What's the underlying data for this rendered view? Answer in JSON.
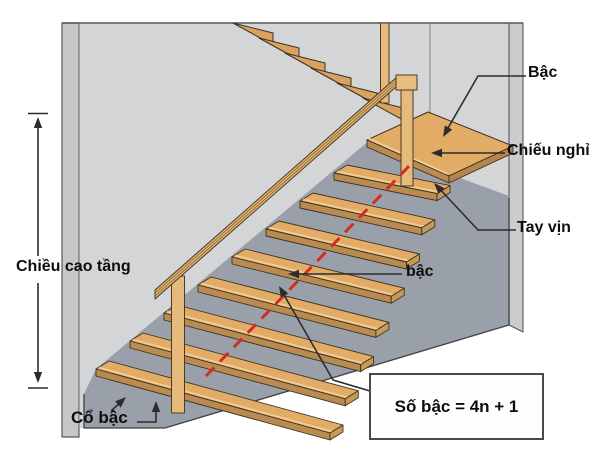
{
  "title": "Staircase terminology diagram",
  "labels": {
    "bac_top": "Bậc",
    "chieu_nghi": "Chiếu nghỉ",
    "tay_vin": "Tay vịn",
    "bac_mid": "bậc",
    "chieu_cao_tang": "Chiều cao tầng",
    "co_bac": "Cổ bậc"
  },
  "formula_box": {
    "text": "Số bậc = 4n + 1"
  },
  "colors": {
    "wood_top": "#e2ac66",
    "wood_face": "#ba8b50",
    "wood_side": "#c79a58",
    "wood_light": "#f0cf9a",
    "wood_rail": "#e3b472",
    "wood_post": "#e6ba7a",
    "wood_wedge": "#d9a35d",
    "wall": "#d4d5d7",
    "wall_edge_strip": "#c6c7c9",
    "wall_side_strip": "#cbccce",
    "wall_corner_line": "#a0a1a3",
    "concrete": "#9aa0a9",
    "outline_wood": "#3e3222",
    "outline_dark": "#3f3f41",
    "leader_line": "#2c2c2c",
    "walkline_red": "#d12b25",
    "text": "#0e0e0e",
    "box_border": "#4a4a4a",
    "background": "#ffffff"
  }
}
